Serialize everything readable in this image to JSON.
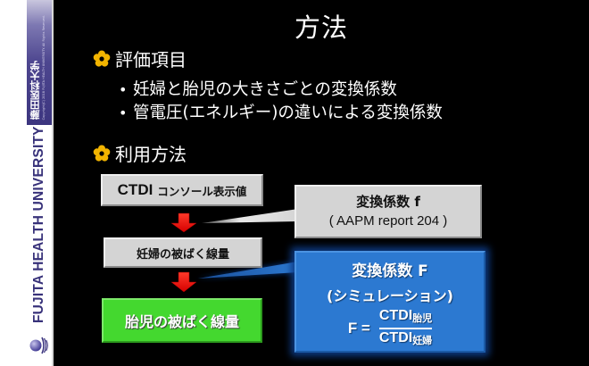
{
  "sidebar": {
    "university_jp": "藤田医科大学",
    "copyright": "Copyright(C) 2018 FUJITA HEALTH UNIVERSITY. All Rights Reserved.",
    "university_en": "FUJITA HEALTH UNIVERSITY",
    "logo_icon": "fujita-logo-icon",
    "brand_color": "#3c357f"
  },
  "title": "方法",
  "section1": {
    "heading": "評価項目",
    "bullets": [
      "妊婦と胎児の大きさごとの変換係数",
      "管電圧(エネルギー)の違いによる変換係数"
    ]
  },
  "section2": {
    "heading": "利用方法"
  },
  "flow": {
    "ctdi_box": {
      "main": "CTDI",
      "sub": "コンソール表示値"
    },
    "factor_f_box": {
      "line1": "変換係数 f",
      "line2": "( AAPM report 204 )"
    },
    "pregnant_dose_box": "妊婦の被ばく線量",
    "factor_F_box": {
      "line1": "変換係数 F",
      "line2": "(シミュレーション)",
      "lhs": "F =",
      "numerator": "CTDI",
      "numerator_sub": "胎児",
      "denominator": "CTDI",
      "denominator_sub": "妊婦"
    },
    "fetal_dose_box": "胎児の被ばく線量",
    "arrow_color": "#e01010",
    "green": "#44d82f",
    "blue": "#2c79d1"
  }
}
